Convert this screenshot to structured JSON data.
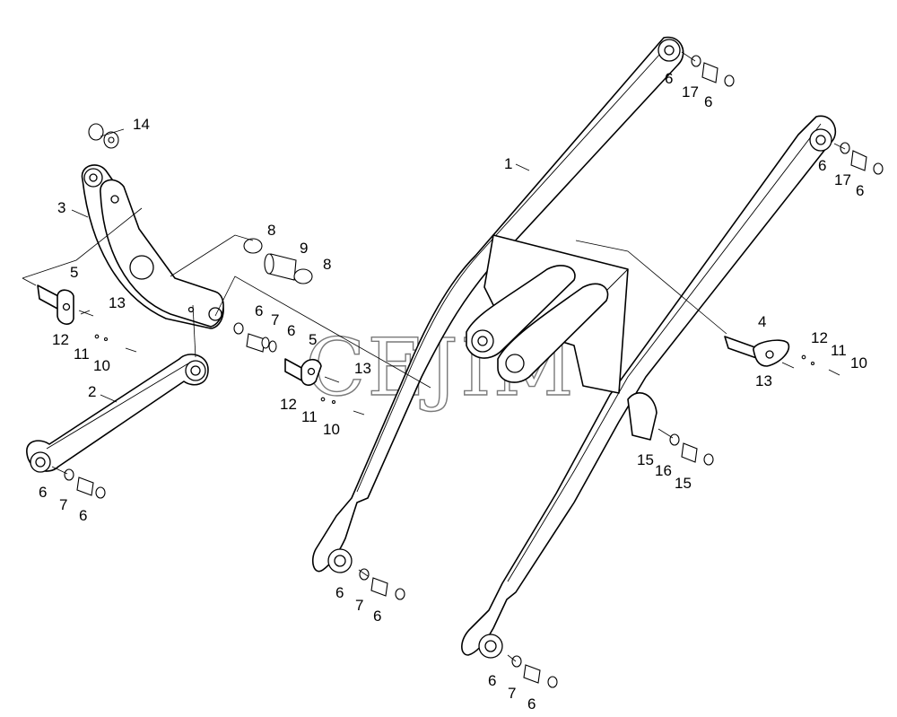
{
  "watermark": "CEJIM",
  "callouts": {
    "c1": "1",
    "c2": "2",
    "c3": "3",
    "c4": "4",
    "c5a": "5",
    "c5b": "5",
    "c14": "14",
    "c8a": "8",
    "c9": "9",
    "c8b": "8",
    "c13a": "13",
    "c12a": "12",
    "c11a": "11",
    "c10a": "10",
    "c6a": "6",
    "c7a": "7",
    "c6b": "6",
    "c13b": "13",
    "c12b": "12",
    "c11b": "11",
    "c10b": "10",
    "c6c": "6",
    "c7b": "7",
    "c6d": "6",
    "c6e": "6",
    "c17a": "17",
    "c6f": "6",
    "c6g": "6",
    "c17b": "17",
    "c6h": "6",
    "c12c": "12",
    "c11c": "11",
    "c10c": "10",
    "c13c": "13",
    "c15a": "15",
    "c16": "16",
    "c15b": "15",
    "c6i": "6",
    "c7c": "7",
    "c6j": "6",
    "c6k": "6",
    "c7d": "7",
    "c6l": "6"
  }
}
